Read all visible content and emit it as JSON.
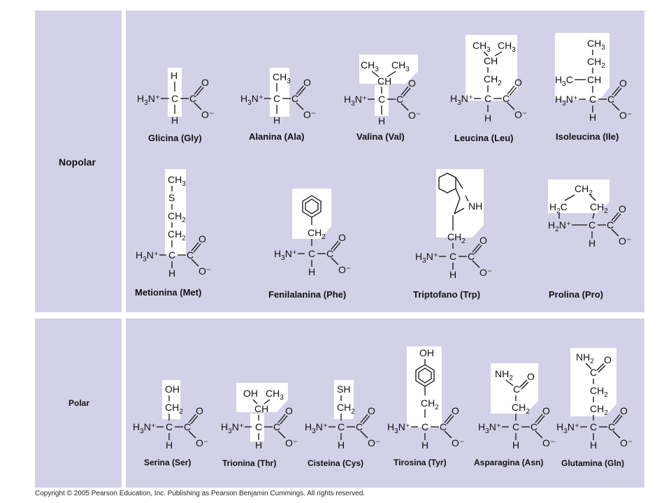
{
  "categories": {
    "nonpolar": "Nopolar",
    "polar": "Polar"
  },
  "amino_acids": {
    "gly": "Glicina (Gly)",
    "ala": "Alanina (Ala)",
    "val": "Valina (Val)",
    "leu": "Leucina (Leu)",
    "ile": "Isoleucina (Ile)",
    "met": "Metionina (Met)",
    "phe": "Fenilalanina (Phe)",
    "trp": "Triptofano (Trp)",
    "pro": "Prolina (Pro)",
    "ser": "Serina (Ser)",
    "thr": "Trionina (Thr)",
    "cys": "Cisteina (Cys)",
    "tyr": "Tirosina (Tyr)",
    "asn": "Asparagina (Asn)",
    "gln": "Glutamina (Gln)"
  },
  "copyright": "Copyright © 2005 Pearson Education, Inc. Publishing as Pearson Benjamin Cummings. All rights reserved.",
  "colors": {
    "panel": "#d3d1e7",
    "side_box": "#ffffff"
  }
}
